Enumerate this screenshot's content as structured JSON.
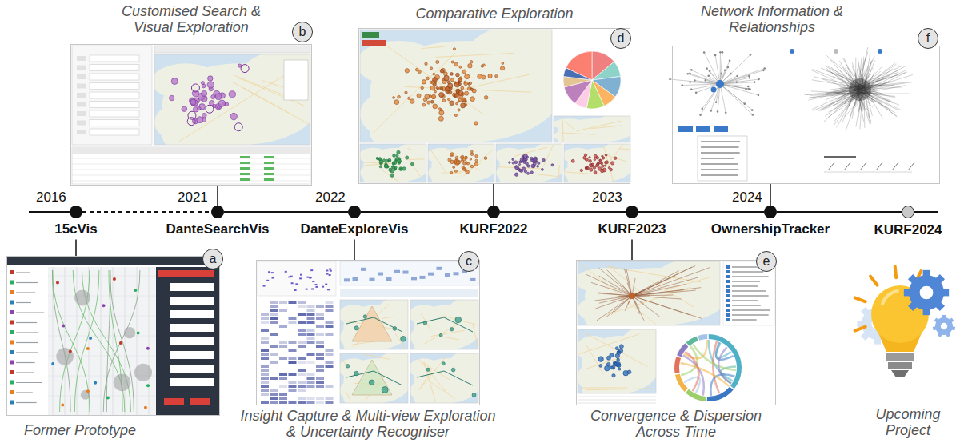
{
  "diagram": {
    "nodes": [
      {
        "text": [
          "15cVis"
        ]
      },
      {
        "text": [
          "DanteSearchVis"
        ]
      },
      {
        "text": [
          "DanteExploreVis"
        ]
      },
      {
        "text": [
          "KURF2022"
        ]
      },
      {
        "text": [
          "KURF2023"
        ]
      },
      {
        "text": [
          "OwnershipTracker"
        ]
      },
      {
        "text": [
          "KURF2024"
        ]
      },
      {
        "text": [
          "Former Prototype"
        ]
      },
      {
        "text": [
          "a"
        ],
        "in": 7
      },
      {
        "text": [
          "Customised Search & Visual Exploration"
        ]
      },
      {
        "text": [
          "b"
        ],
        "in": 9
      },
      {
        "text": [
          "Insight Capture & Multi-view Exploration & Uncertainty Recogniser"
        ]
      },
      {
        "text": [
          "c"
        ],
        "in": 11
      },
      {
        "text": [
          "Comparative Exploration"
        ]
      },
      {
        "text": [
          "d"
        ],
        "in": 13
      },
      {
        "text": [
          "Convergence & Dispersion Across Time"
        ]
      },
      {
        "text": [
          "e"
        ],
        "in": 15
      },
      {
        "text": [
          "Network Information & Relationships"
        ]
      },
      {
        "text": [
          "f"
        ],
        "in": 17
      }
    ],
    "edges": [
      {
        "from": 0,
        "to": 1,
        "arrow": "none"
      },
      {
        "from": 1,
        "to": 2,
        "arrow": "none"
      },
      {
        "from": 2,
        "to": 3,
        "arrow": "none"
      },
      {
        "from": 3,
        "to": 4,
        "arrow": "none"
      },
      {
        "from": 4,
        "to": 5,
        "arrow": "none"
      },
      {
        "from": 5,
        "to": 6,
        "arrow": "none"
      },
      {
        "from": 0,
        "to": 7,
        "arrow": "none"
      },
      {
        "from": 1,
        "to": 9,
        "arrow": "none"
      },
      {
        "from": 2,
        "to": 11,
        "arrow": "none"
      },
      {
        "from": 3,
        "to": 13,
        "arrow": "none"
      },
      {
        "from": 4,
        "to": 15,
        "arrow": "none"
      },
      {
        "from": 5,
        "to": 17,
        "arrow": "none"
      }
    ],
    "labels": [
      "2016",
      "2021",
      "2022",
      "2023",
      "2024",
      "Upcoming Project"
    ]
  }
}
